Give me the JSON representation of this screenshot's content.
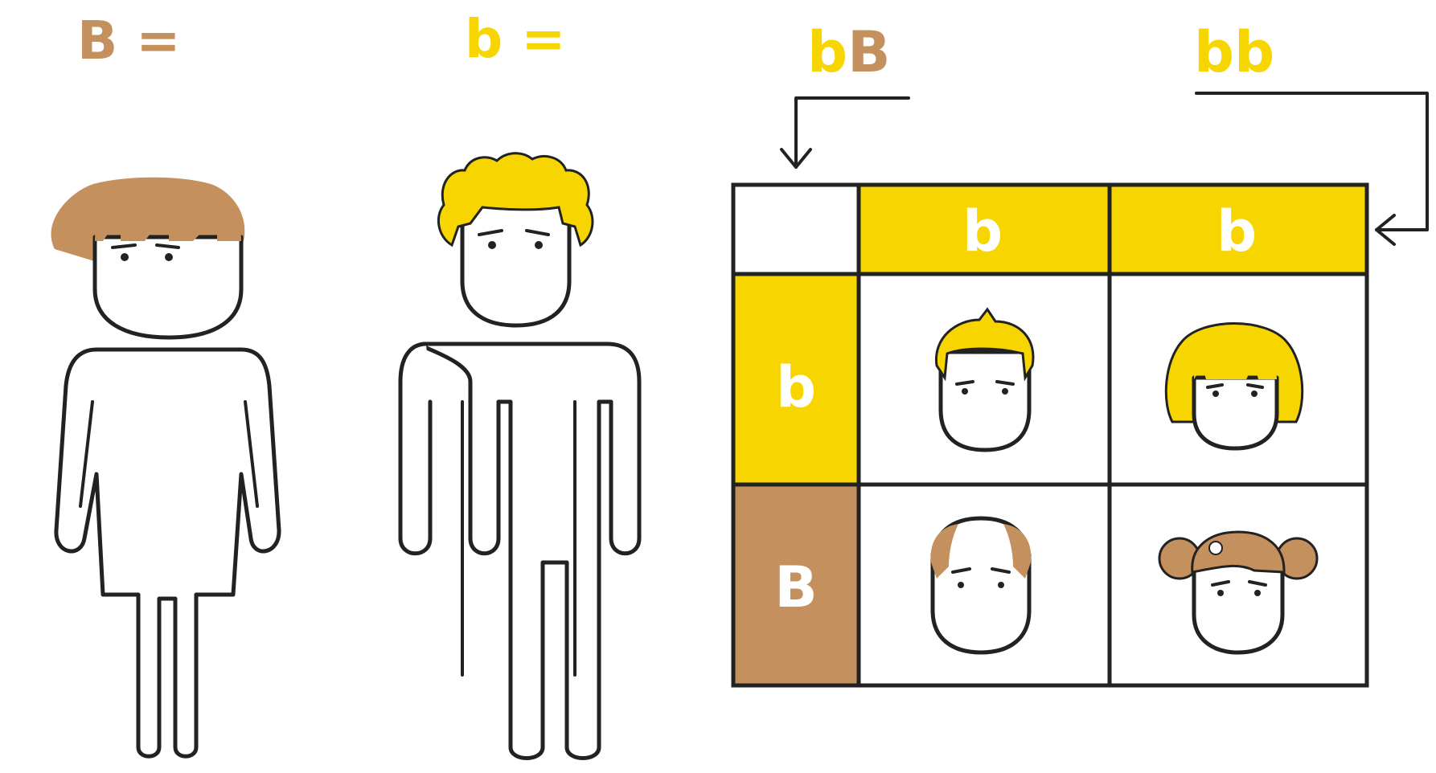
{
  "legend": {
    "brown_key": "B =",
    "yellow_key": "b ="
  },
  "parents": {
    "mother_genotype_yellow": "b",
    "mother_genotype_brown": "B",
    "father_genotype": "bb"
  },
  "grid": {
    "column_headers": [
      "b",
      "b"
    ],
    "row_headers": [
      "b",
      "B"
    ],
    "offspring": [
      {
        "row": 0,
        "col": 0,
        "icon": "boy-yellow-hair-icon"
      },
      {
        "row": 0,
        "col": 1,
        "icon": "girl-yellow-hair-icon"
      },
      {
        "row": 1,
        "col": 0,
        "icon": "boy-brown-hair-icon"
      },
      {
        "row": 1,
        "col": 1,
        "icon": "girl-brown-pigtails-icon"
      }
    ]
  },
  "colors": {
    "brown": "#C4905D",
    "yellow": "#F7D500",
    "outline": "#222222"
  }
}
